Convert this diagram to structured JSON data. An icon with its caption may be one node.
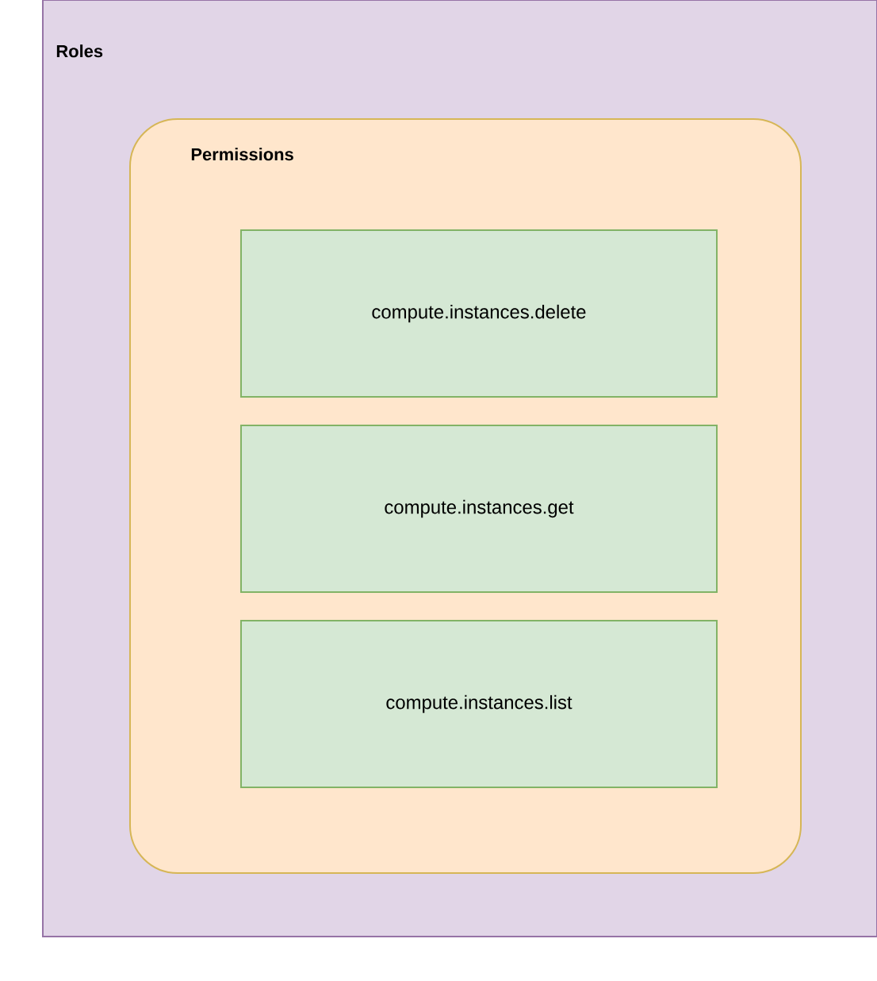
{
  "diagram": {
    "nodes": [
      {
        "text": [
          "Roles"
        ]
      },
      {
        "text": [
          "Permissions"
        ],
        "in": 0
      },
      {
        "text": [
          "compute.instances.delete"
        ],
        "in": 1
      },
      {
        "text": [
          "compute.instances.get"
        ],
        "in": 1
      },
      {
        "text": [
          "compute.instances.list"
        ],
        "in": 1
      }
    ]
  }
}
